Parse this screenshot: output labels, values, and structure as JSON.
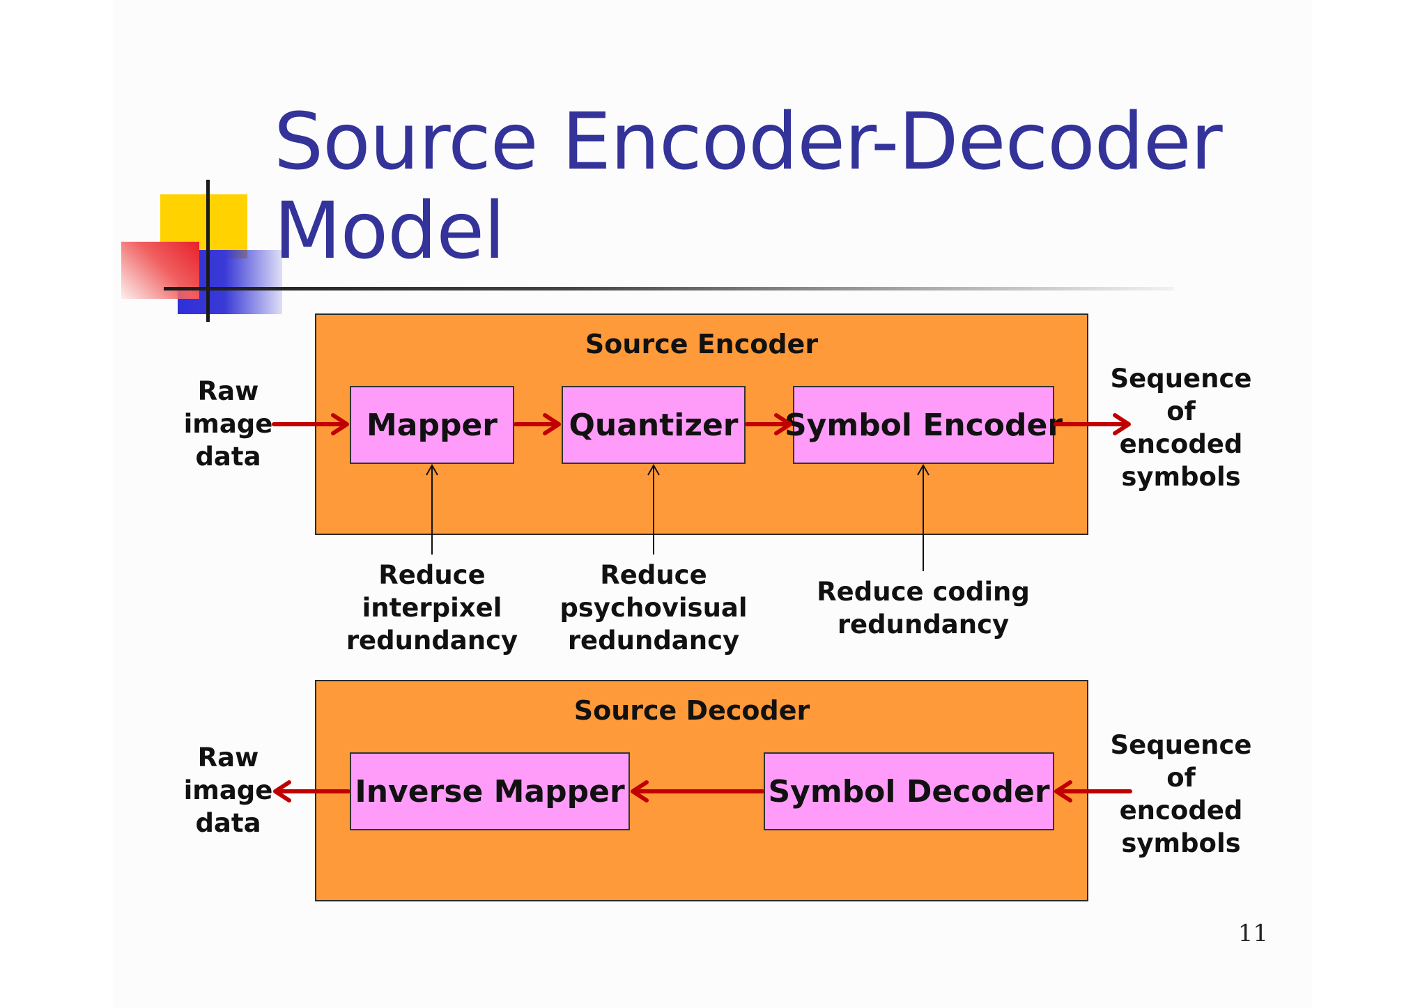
{
  "title": "Source Encoder-Decoder Model",
  "page_number": "11",
  "encoder": {
    "title": "Source Encoder",
    "blocks": {
      "mapper": "Mapper",
      "quantizer": "Quantizer",
      "symbol_encoder": "Symbol Encoder"
    },
    "input_label": "Raw\nimage\ndata",
    "output_label": "Sequence\nof\nencoded\nsymbols",
    "annotations": {
      "mapper": "Reduce\ninterpixel\nredundancy",
      "quantizer": "Reduce\npsychovisual\nredundancy",
      "symbol_encoder": "Reduce coding\nredundancy"
    }
  },
  "decoder": {
    "title": "Source Decoder",
    "blocks": {
      "inverse_mapper": "Inverse Mapper",
      "symbol_decoder": "Symbol Decoder"
    },
    "input_label": "Sequence\nof\nencoded\nsymbols",
    "output_label": "Raw\nimage\ndata"
  },
  "colors": {
    "title": "#33339a",
    "group_fill": "#ff9a3a",
    "block_fill": "#ff9cfa",
    "flow_arrow": "#c00000"
  }
}
